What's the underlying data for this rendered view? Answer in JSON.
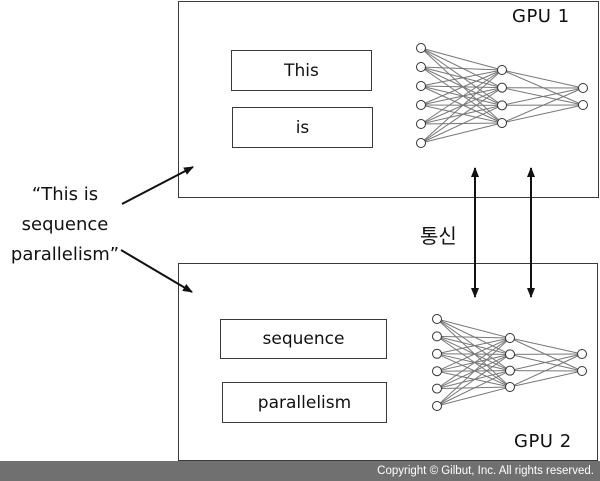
{
  "sentence": {
    "lines": [
      "“This is",
      "sequence",
      "parallelism”"
    ]
  },
  "gpus": [
    {
      "label": "GPU 1",
      "tokens": [
        "This",
        "is"
      ],
      "network": {
        "layers": [
          6,
          4,
          2
        ]
      }
    },
    {
      "label": "GPU 2",
      "tokens": [
        "sequence",
        "parallelism"
      ],
      "network": {
        "layers": [
          6,
          4,
          2
        ]
      }
    }
  ],
  "communication": {
    "label": "통신",
    "arrow_count": 2,
    "direction": "bidirectional"
  },
  "footer": {
    "copyright": "Copyright © Gilbut, Inc. All rights reserved."
  },
  "colors": {
    "line": "#3a3a3a",
    "edge": "#777777",
    "footer_bg": "#707070",
    "footer_text": "#ffffff"
  }
}
